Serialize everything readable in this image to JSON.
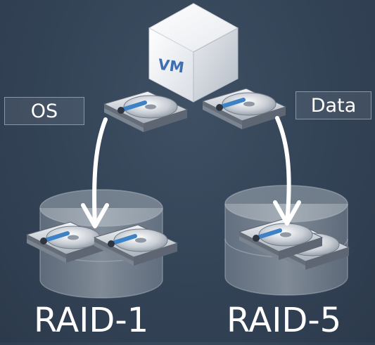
{
  "vm_box": {
    "label": "VM"
  },
  "volumes": [
    {
      "label": "OS"
    },
    {
      "label": "Data"
    }
  ],
  "raid_groups": [
    {
      "label": "RAID-1"
    },
    {
      "label": "RAID-5"
    }
  ],
  "colors": {
    "background": "#334356",
    "cylinder_fill": "#d8dde3",
    "arrow": "#ffffff",
    "vm_text": "#3f6fb0"
  }
}
